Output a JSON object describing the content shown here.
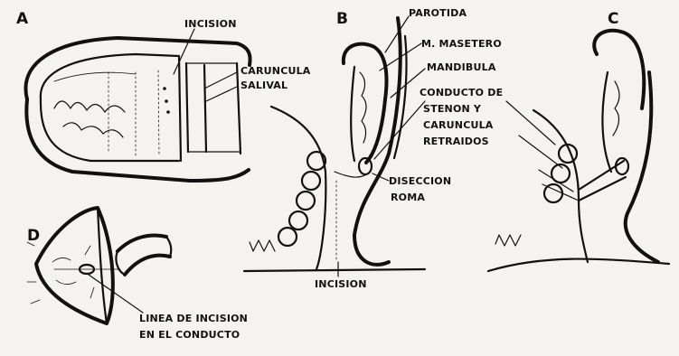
{
  "figure": {
    "panels": {
      "a": "A",
      "b": "B",
      "c": "C",
      "d": "D"
    },
    "labels": {
      "incision_top": "INCISION",
      "caruncula_salival_1": "CARUNCULA",
      "caruncula_salival_2": "SALIVAL",
      "parotida": "PAROTIDA",
      "masetero": "M. MASETERO",
      "mandibula": "MANDIBULA",
      "conducto_1": "CONDUCTO DE",
      "conducto_2": "STENON Y",
      "conducto_3": "CARUNCULA",
      "conducto_4": "RETRAIDOS",
      "diseccion_1": "DISECCION",
      "diseccion_2": "ROMA",
      "incision_bottom": "INCISION",
      "linea_1": "LINEA DE INCISION",
      "linea_2": "EN EL CONDUCTO"
    }
  },
  "colors": {
    "ink": "#111111",
    "paper": "#f4f3ef"
  }
}
